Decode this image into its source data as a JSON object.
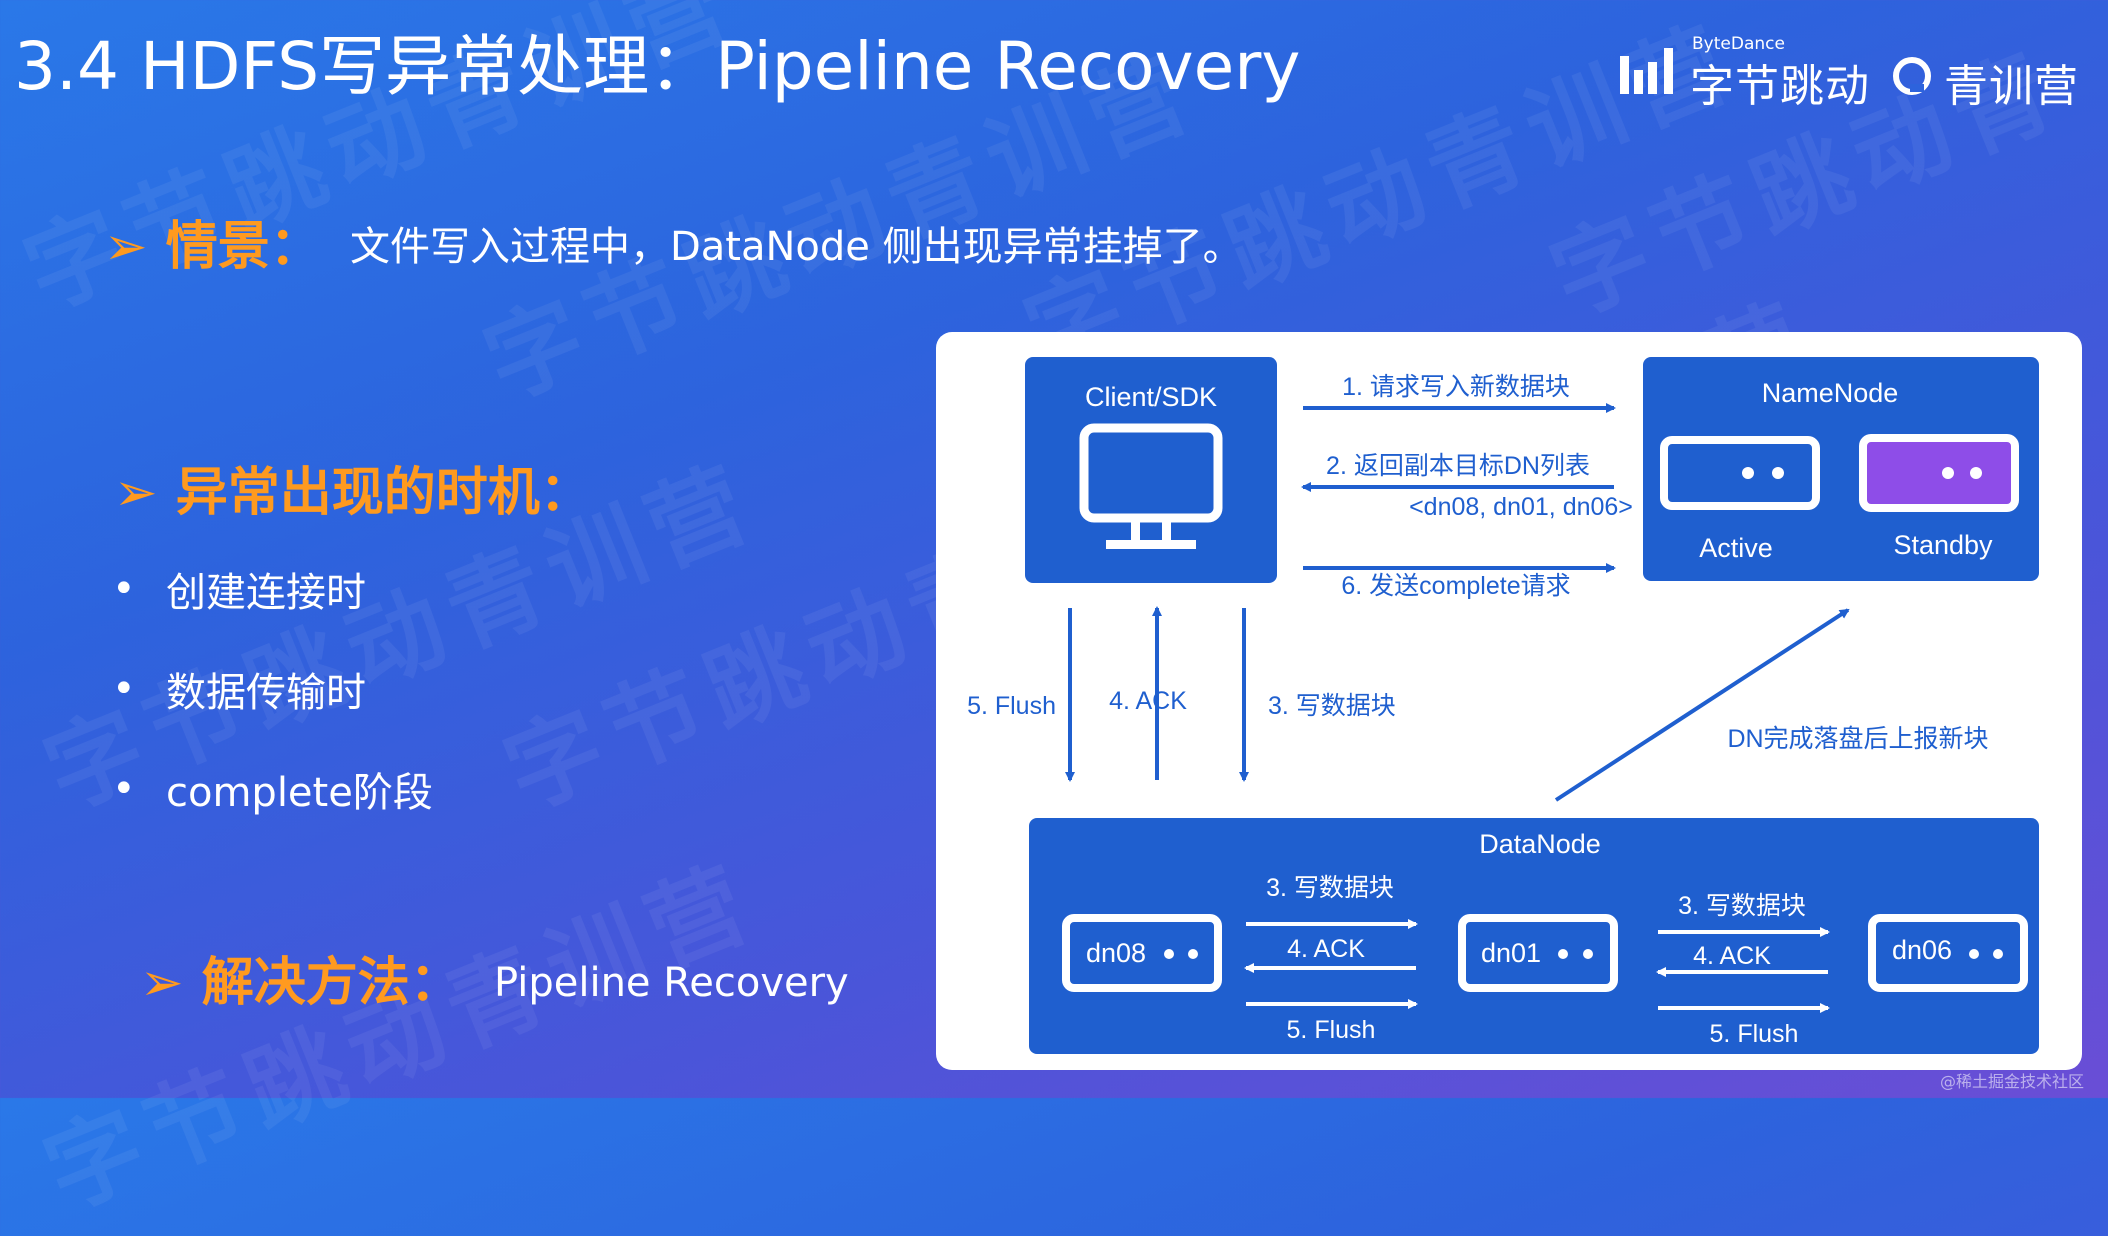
{
  "slide": {
    "title": "3.4 HDFS写异常处理：Pipeline Recovery",
    "logo_bytedance_small": "ByteDance",
    "logo_bytedance_main": "字节跳动",
    "logo_camp": "青训营",
    "watermark": "字节跳动青训营",
    "footer_credit": "@稀土掘金技术社区"
  },
  "scene": {
    "label": "情景：",
    "text": "文件写入过程中，DataNode 侧出现异常挂掉了。"
  },
  "timing": {
    "label": "异常出现的时机：",
    "items": [
      "创建连接时",
      "数据传输时",
      "complete阶段"
    ]
  },
  "solution": {
    "label": "解决方法：",
    "text": "Pipeline Recovery"
  },
  "diagram": {
    "client_label": "Client/SDK",
    "namenode_label": "NameNode",
    "active_label": "Active",
    "standby_label": "Standby",
    "datanode_label": "DataNode",
    "msg_request": "1. 请求写入新数据块",
    "msg_return": "2. 返回副本目标DN列表",
    "msg_list": "<dn08, dn01, dn06>",
    "msg_complete": "6. 发送complete请求",
    "flush": "5. Flush",
    "ack": "4. ACK",
    "write": "3. 写数据块",
    "report": "DN完成落盘后上报新块",
    "nodes": [
      "dn08",
      "dn01",
      "dn06"
    ],
    "link1": {
      "write": "3. 写数据块",
      "ack": "4. ACK",
      "flush": "5. Flush"
    },
    "link2": {
      "write": "3. 写数据块",
      "ack": "4. ACK",
      "flush": "5. Flush"
    }
  },
  "colors": {
    "accent_orange": "#ff9a1f",
    "diagram_blue": "#1f5fcf",
    "standby_purple": "#8e4de8"
  }
}
